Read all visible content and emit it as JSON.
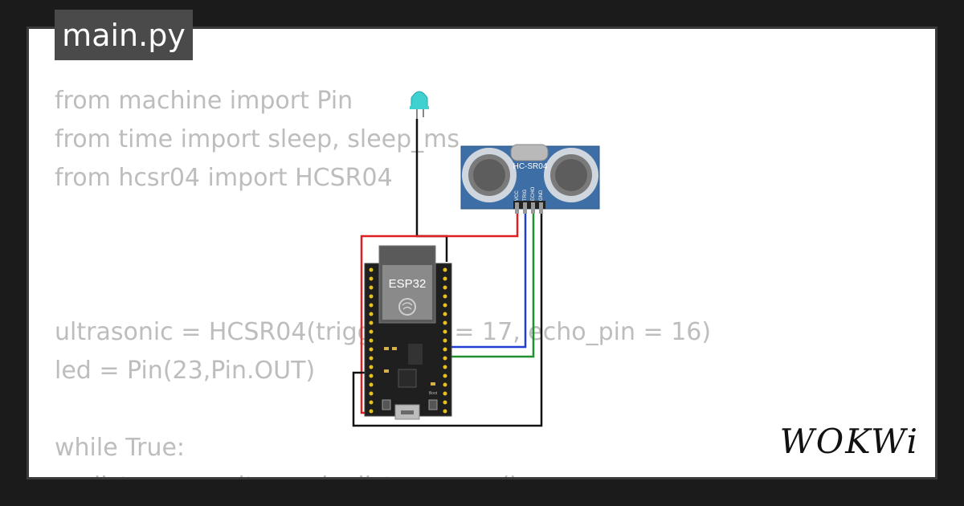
{
  "tab": {
    "filename": "main.py"
  },
  "code_lines": [
    "from machine import Pin",
    "from time import sleep, sleep_ms",
    "from hcsr04 import HCSR04",
    "",
    "",
    "",
    "ultrasonic = HCSR04(trigger_pin = 17, echo_pin = 16)",
    "led = Pin(23,Pin.OUT)",
    "",
    "while True:",
    "    distance = ultrasonic.distance_cm()"
  ],
  "sensor": {
    "name": "HC-SR04",
    "pins": [
      "VCC",
      "TRIG",
      "ECHO",
      "GND"
    ]
  },
  "board": {
    "name": "ESP32",
    "boot_label": "Boot"
  },
  "brand": {
    "logo_text": "WOKWi"
  },
  "colors": {
    "background": "#1b1b1b",
    "card": "#ffffff",
    "tab": "#4a4a4a",
    "code_text": "#bdbdbd",
    "sensor_blue": "#3d6ea5",
    "led": "#3fd0d0",
    "wire_red": "#e02020",
    "wire_blue": "#1f3fd0",
    "wire_green": "#1f8f2f",
    "wire_black": "#111111"
  },
  "icons": [
    "led-icon",
    "transducer-icon",
    "espressif-logo-icon",
    "usb-port-icon"
  ]
}
